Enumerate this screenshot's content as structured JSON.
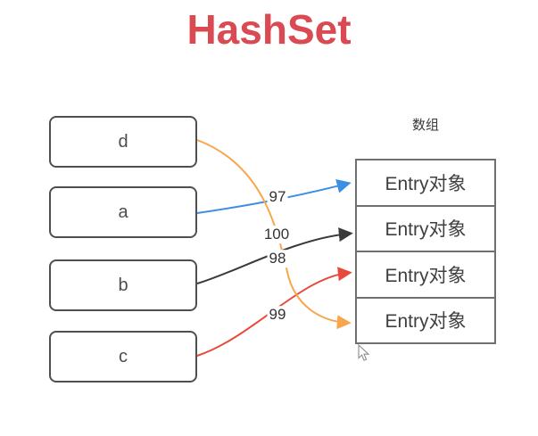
{
  "diagram": {
    "title": "HashSet",
    "title_color": "#d94a52"
  },
  "nodes": [
    {
      "label": "d"
    },
    {
      "label": "a"
    },
    {
      "label": "b"
    },
    {
      "label": "c"
    }
  ],
  "array": {
    "caption": "数组",
    "cells": [
      "Entry对象",
      "Entry对象",
      "Entry对象",
      "Entry对象"
    ]
  },
  "connections": [
    {
      "from": "a",
      "to": "cell-1",
      "hash": "97",
      "color": "#3d8fe3"
    },
    {
      "from": "b",
      "to": "cell-2",
      "hash": "98",
      "color": "#3a3a3a"
    },
    {
      "from": "c",
      "to": "cell-3",
      "hash": "99",
      "color": "#e8493c"
    },
    {
      "from": "d",
      "to": "cell-4",
      "hash": "100",
      "color": "#f8a64b"
    }
  ],
  "cursor": "mouse-pointer"
}
